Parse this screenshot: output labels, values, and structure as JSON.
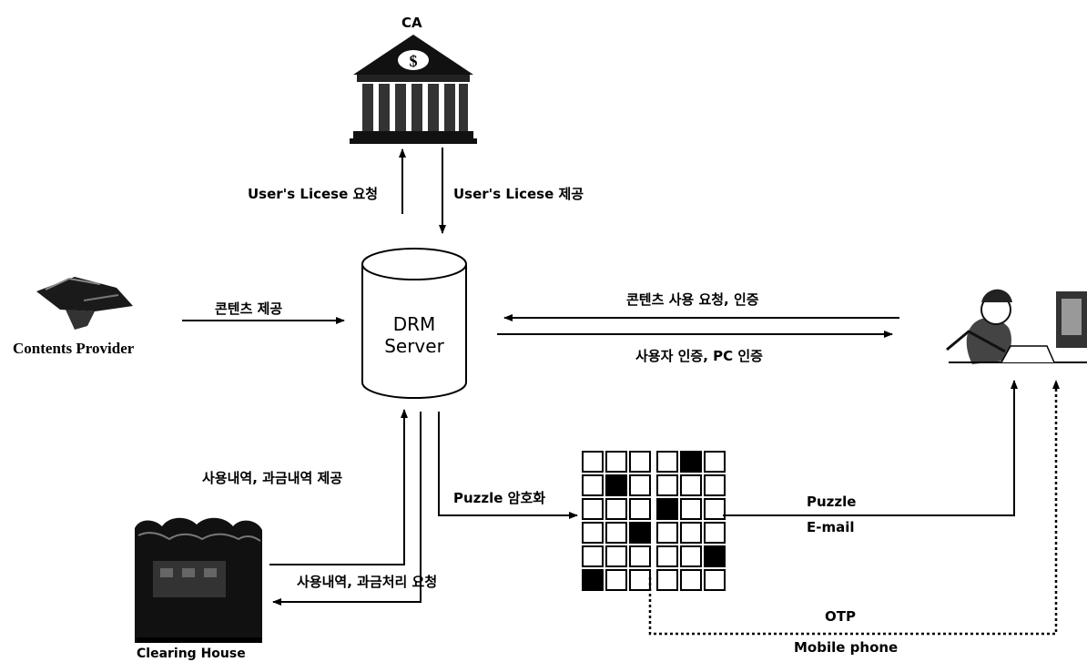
{
  "labels": {
    "ca": "CA",
    "license_request": "User's Licese 요청",
    "license_provide": "User's Licese 제공",
    "contents_provide": "콘텐츠 제공",
    "contents_provider": "Contents Provider",
    "server_line1": "DRM",
    "server_line2": "Server",
    "usage_request": "콘텐츠 사용 요청, 인증",
    "user_auth": "사용자 인증, PC 인증",
    "usage_history_provide": "사용내역, 과금내역 제공",
    "puzzle_encrypt": "Puzzle 암호화",
    "puzzle": "Puzzle",
    "email": "E-mail",
    "otp": "OTP",
    "mobile_phone": "Mobile phone",
    "billing_request": "사용내역, 과금처리 요청",
    "clearing_house": "Clearing House"
  },
  "puzzle_grid": {
    "rows": 6,
    "cols": 6,
    "filled": [
      [
        0,
        4
      ],
      [
        1,
        1
      ],
      [
        2,
        3
      ],
      [
        3,
        2
      ],
      [
        4,
        5
      ],
      [
        5,
        0
      ]
    ]
  }
}
